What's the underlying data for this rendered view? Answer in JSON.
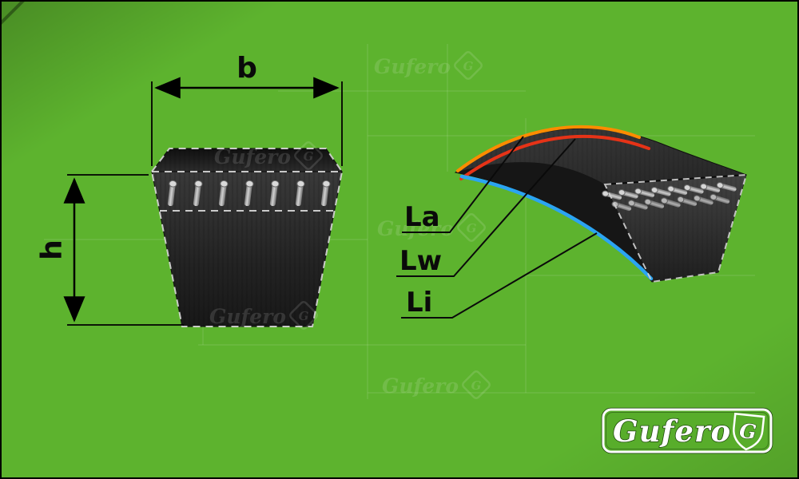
{
  "canvas": {
    "background_color": "#5db32e",
    "border_color": "#000000"
  },
  "watermark": {
    "text": "Gufero",
    "monogram": "G"
  },
  "cross_section_view": {
    "width_label": "b",
    "height_label": "h"
  },
  "belt_view": {
    "la_label": "La",
    "lw_label": "Lw",
    "li_label": "Li",
    "la_color": "#ff8c00",
    "lw_color": "#e63317",
    "li_color": "#2ba4f2"
  },
  "logo": {
    "name": "Gufero",
    "monogram": "G"
  }
}
